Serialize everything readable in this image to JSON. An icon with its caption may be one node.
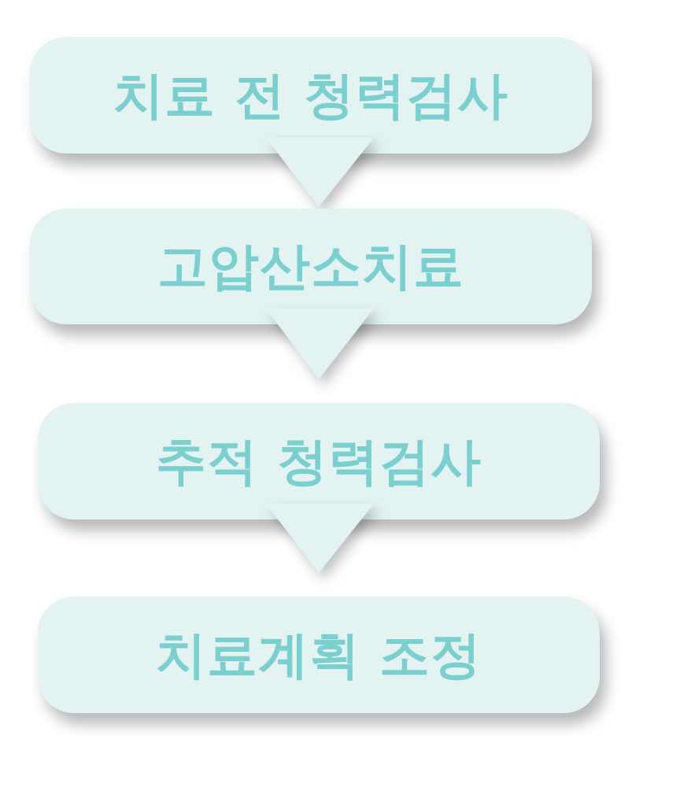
{
  "diagram": {
    "nodes": [
      {
        "text": [
          "치료 전 청력검사"
        ]
      },
      {
        "text": [
          "고압산소치료"
        ]
      },
      {
        "text": [
          "추적 청력검사"
        ]
      },
      {
        "text": [
          "치료계획 조정"
        ]
      }
    ],
    "edges": [
      {
        "from": 0,
        "to": 1,
        "arrow": "to"
      },
      {
        "from": 1,
        "to": 2,
        "arrow": "to"
      },
      {
        "from": 2,
        "to": 3,
        "arrow": "to"
      }
    ]
  }
}
